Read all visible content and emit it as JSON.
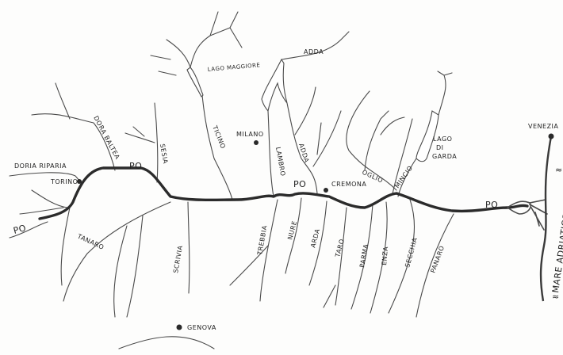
{
  "map": {
    "rivers": {
      "po_main": "PO",
      "po_center": "PO",
      "po_east": "PO",
      "po_west": "PO",
      "dora_riparia": "DORIA RIPARIA",
      "dora_baltea": "DORA BALTEA",
      "sesia": "SESIA",
      "ticino": "TICINO",
      "lambro": "LAMBRO",
      "adda_north": "ADDA",
      "adda_south": "ADDA",
      "oglio": "OGLIO",
      "mincio": "MINCIO",
      "tanaro": "TANARO",
      "scrivia": "SCRIVIA",
      "trebbia": "TREBBIA",
      "nure": "NURE",
      "arda": "ARDA",
      "taro": "TARO",
      "parma": "PARMA",
      "enza": "ENZA",
      "secchia": "SECCHIA",
      "panaro": "PANARO"
    },
    "lakes": {
      "maggiore": "LAGO MAGGIORE",
      "garda_line1": "LAGO",
      "garda_line2": "DI",
      "garda_line3": "GARDA"
    },
    "cities": {
      "torino": "TORINO",
      "milano": "MILANO",
      "cremona": "CREMONA",
      "venezia": "VENEZIA",
      "genova": "GENOVA"
    },
    "sea": "MARE ADRIATICO"
  }
}
